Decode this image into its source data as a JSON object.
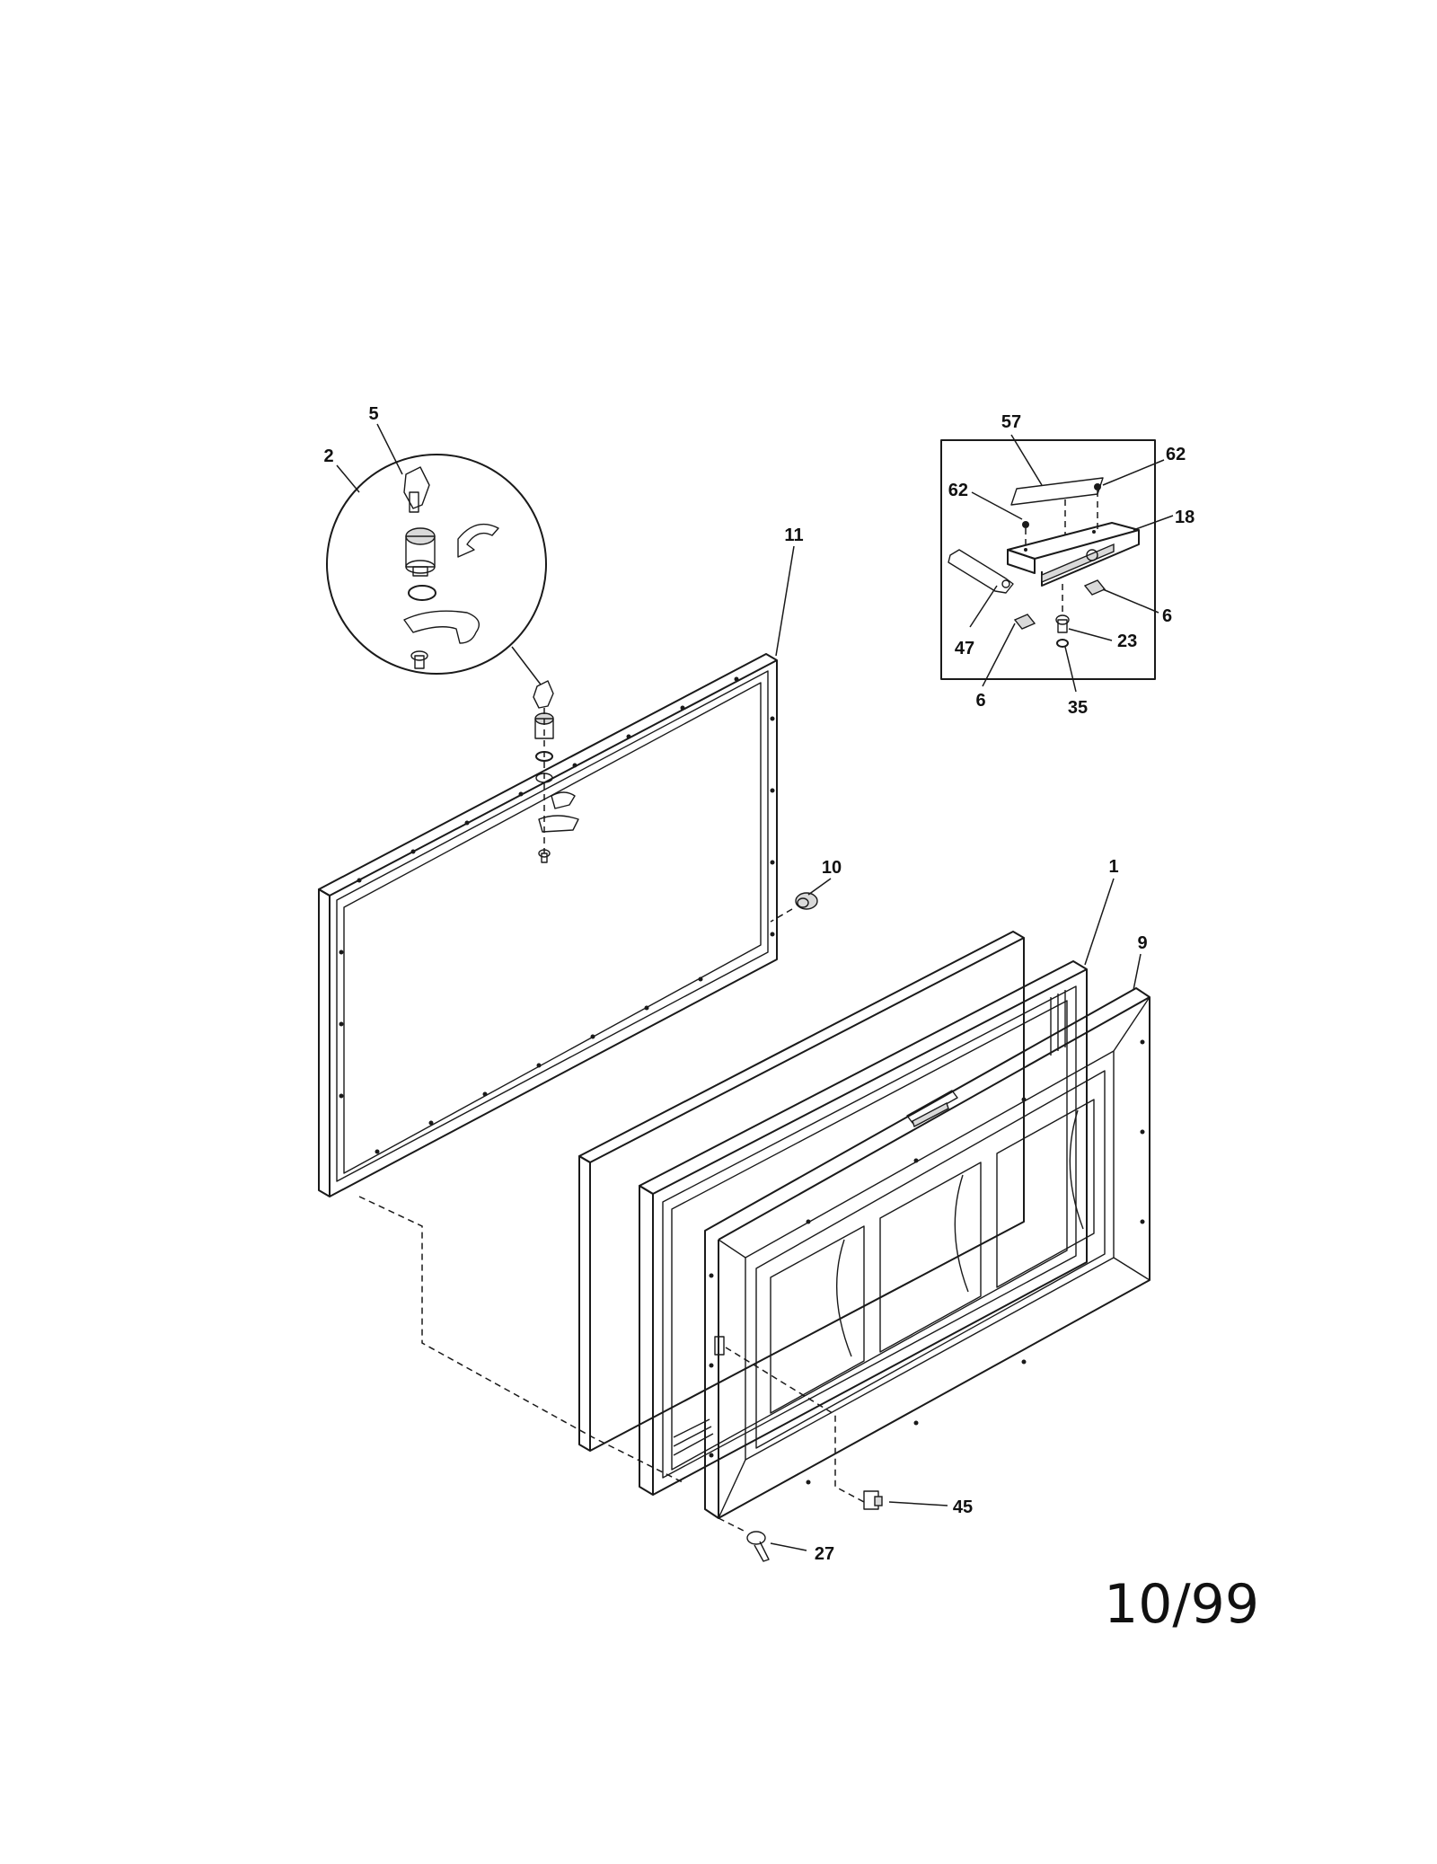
{
  "callouts": {
    "c5": "5",
    "c2": "2",
    "c11": "11",
    "c10": "10",
    "c1": "1",
    "c9": "9",
    "c45": "45",
    "c27": "27",
    "c57": "57",
    "c62a": "62",
    "c62b": "62",
    "c18": "18",
    "c6a": "6",
    "c6b": "6",
    "c47": "47",
    "c23": "23",
    "c35": "35"
  },
  "revision_date": "10/99"
}
